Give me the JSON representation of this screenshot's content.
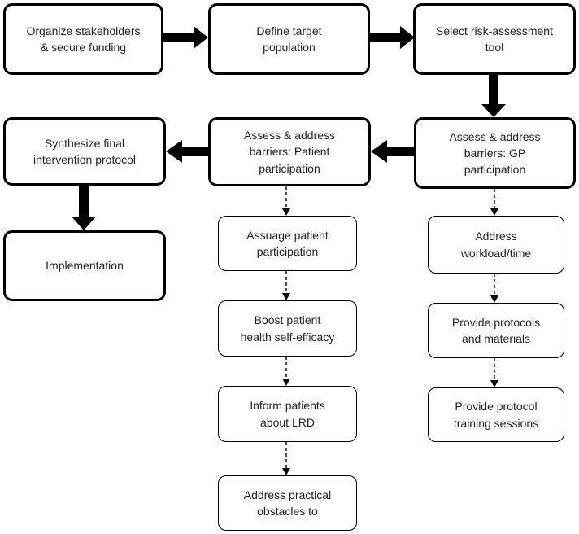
{
  "nodes": {
    "organize": "Organize stakeholders\n& secure funding",
    "define_population": "Define target\npopulation",
    "select_tool": "Select risk-assessment\ntool",
    "gp_barriers": "Assess & address\nbarriers: GP\nparticipation",
    "patient_barriers": "Assess & address\nbarriers: Patient\nparticipation",
    "synthesize": "Synthesize final\nintervention protocol",
    "implementation": "Implementation",
    "assuage": "Assuage patient\nparticipation",
    "boost": "Boost patient\nhealth self-efficacy",
    "inform": "Inform patients\nabout LRD",
    "practical": "Address practical\nobstacles to",
    "workload": "Address\nworkload/time",
    "protocols_materials": "Provide protocols\nand materials",
    "training": "Provide protocol\ntraining sessions"
  },
  "edges": [
    {
      "from": "organize",
      "to": "define_population",
      "style": "solid-thick"
    },
    {
      "from": "define_population",
      "to": "select_tool",
      "style": "solid-thick"
    },
    {
      "from": "select_tool",
      "to": "gp_barriers",
      "style": "solid-thick"
    },
    {
      "from": "gp_barriers",
      "to": "patient_barriers",
      "style": "solid-thick"
    },
    {
      "from": "patient_barriers",
      "to": "synthesize",
      "style": "solid-thick"
    },
    {
      "from": "synthesize",
      "to": "implementation",
      "style": "solid-thick"
    },
    {
      "from": "patient_barriers",
      "to": "assuage",
      "style": "dashed"
    },
    {
      "from": "assuage",
      "to": "boost",
      "style": "dashed"
    },
    {
      "from": "boost",
      "to": "inform",
      "style": "dashed"
    },
    {
      "from": "inform",
      "to": "practical",
      "style": "dashed"
    },
    {
      "from": "gp_barriers",
      "to": "workload",
      "style": "dashed"
    },
    {
      "from": "workload",
      "to": "protocols_materials",
      "style": "dashed"
    },
    {
      "from": "protocols_materials",
      "to": "training",
      "style": "dashed"
    }
  ]
}
